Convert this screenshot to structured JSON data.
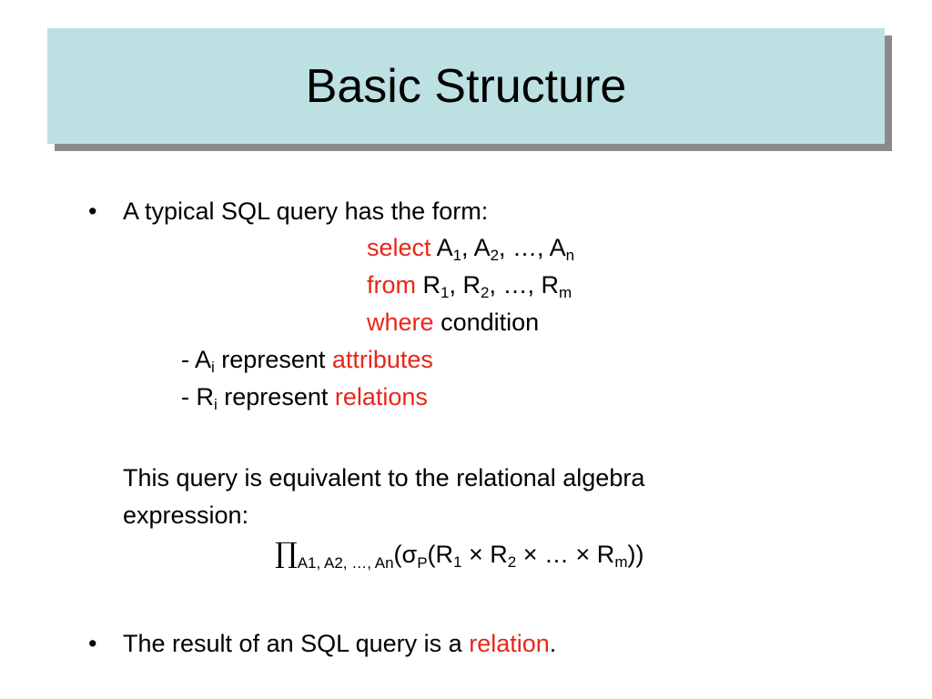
{
  "title": "Basic Structure",
  "bullet_char": "•",
  "bullet1": {
    "text": "A typical SQL query has the form:",
    "query": {
      "select_kw": "select",
      "select_args": [
        {
          "base": "A",
          "sub": "1",
          "sep": ", "
        },
        {
          "base": "A",
          "sub": "2",
          "sep": ", …, "
        },
        {
          "base": "A",
          "sub": "n",
          "sep": ""
        }
      ],
      "from_kw": "from",
      "from_args": [
        {
          "base": "R",
          "sub": "1",
          "sep": ", "
        },
        {
          "base": "R",
          "sub": "2",
          "sep": ", …, "
        },
        {
          "base": "R",
          "sub": "m",
          "sep": ""
        }
      ],
      "where_kw": "where",
      "where_text": "condition"
    },
    "note1": {
      "prefix": "- A",
      "sub": "i",
      "text": " represent ",
      "highlight": "attributes"
    },
    "note2": {
      "prefix": "- R",
      "sub": "i",
      "text": " represent ",
      "highlight": "relations"
    },
    "para_line1": "This query is equivalent to the relational algebra",
    "para_line2": "expression:",
    "expr": {
      "pi": "∏",
      "pi_sub": "A1, A2, …, An",
      "open": "(",
      "sigma": "σ",
      "sigma_sub": "P",
      "open2": "(R",
      "r1_sub": "1",
      "times1": " × R",
      "r2_sub": "2",
      "times2": " × … × R",
      "rm_sub": "m",
      "close": "))"
    }
  },
  "bullet2": {
    "text": "The result of an SQL query is a ",
    "highlight": "relation",
    "end": "."
  }
}
